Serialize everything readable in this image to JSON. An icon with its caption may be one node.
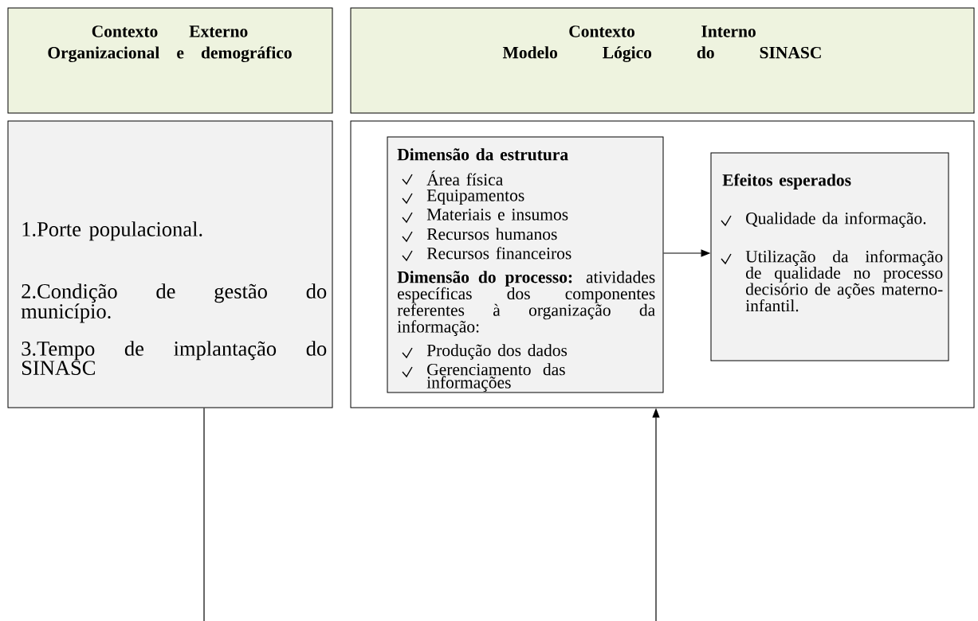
{
  "diagram": {
    "nodes": [
      {
        "text": [
          "Contexto Externo",
          "Organizacional e demográfico"
        ]
      },
      {
        "text": [
          "Contexto Interno",
          "Modelo Lógico do SINASC"
        ]
      },
      {
        "text": [
          "1.Porte populacional.",
          "2.Condição de gestão do município.",
          "3.Tempo de implantação do SINASC"
        ]
      },
      {
        "text": [],
        "shape": "box"
      },
      {
        "text": [
          "Dimensão da estrutura",
          "Área física",
          "Equipamentos",
          "Materiais e insumos",
          "Recursos humanos",
          "Recursos financeiros",
          "**Dimensão do processo:** atividades específicas dos componentes referentes à organização da informação:",
          "Produção dos dados",
          "Gerenciamento das informações"
        ],
        "in": 3
      },
      {
        "text": [
          "Efeitos esperados",
          "Qualidade da informação.",
          "Utilização da informação de qualidade no processo decisório de ações materno-infantil."
        ],
        "in": 3
      }
    ],
    "edges": [
      {
        "from": 4,
        "to": 5,
        "arrow": "to"
      },
      {
        "from": 2,
        "to": null,
        "arrow": "none"
      },
      {
        "from": null,
        "to": 3,
        "arrow": "to"
      }
    ]
  }
}
